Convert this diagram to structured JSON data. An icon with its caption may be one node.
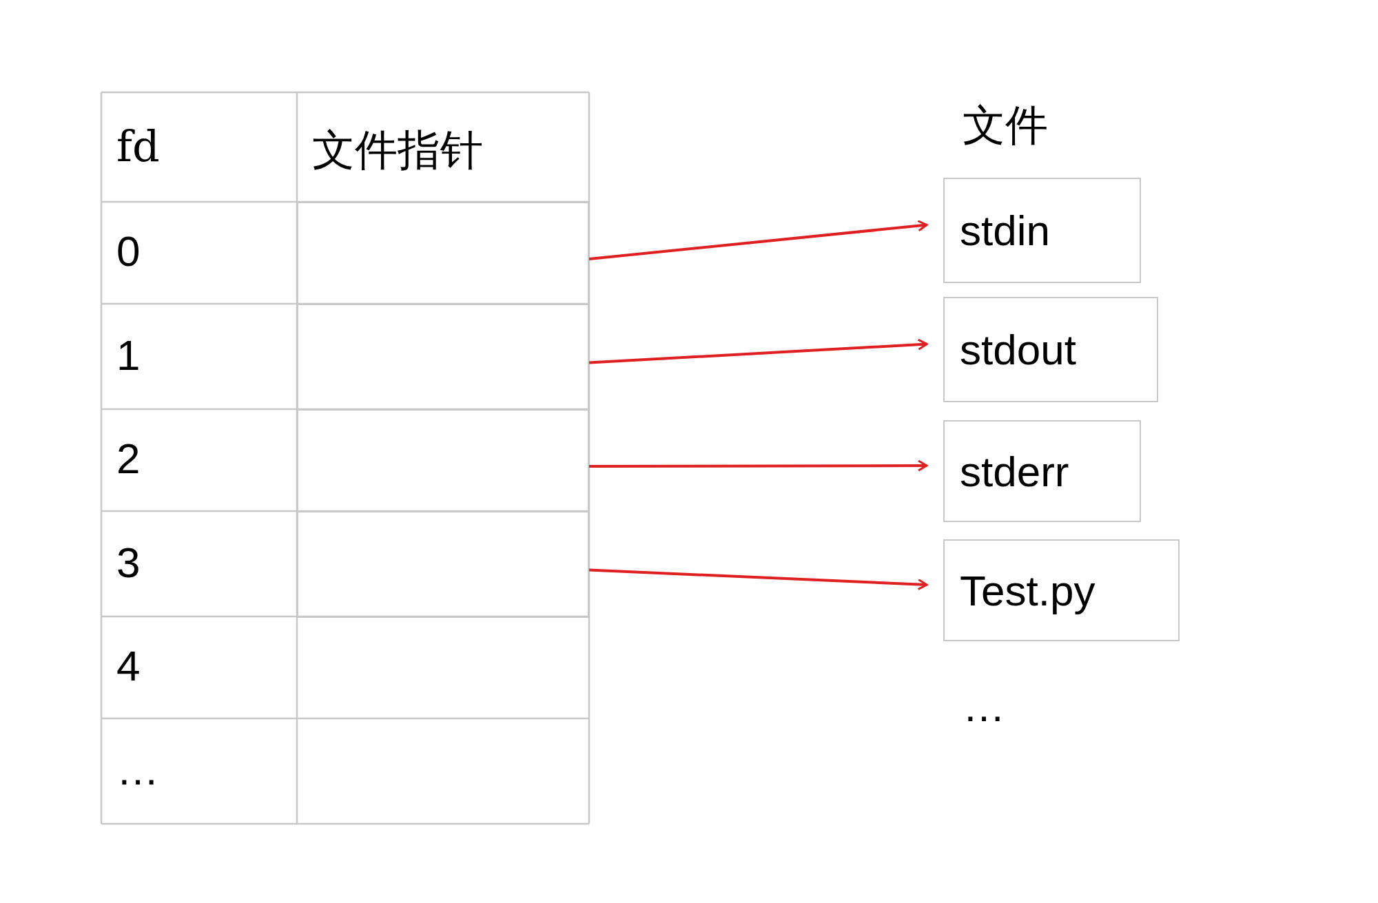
{
  "diagram": {
    "nodes": [
      {
        "text": [],
        "shape": "box"
      },
      {
        "text": [],
        "shape": "box"
      },
      {
        "text": [],
        "shape": "box"
      },
      {
        "text": [],
        "shape": "box"
      },
      {
        "text": [
          "stdin"
        ]
      },
      {
        "text": [
          "stdout"
        ]
      },
      {
        "text": [
          "stderr"
        ]
      },
      {
        "text": [
          "Test.py"
        ]
      }
    ],
    "edges": [
      {
        "from": 0,
        "to": 4,
        "arrow": "to"
      },
      {
        "from": 1,
        "to": 5,
        "arrow": "to"
      },
      {
        "from": 2,
        "to": 6,
        "arrow": "to"
      },
      {
        "from": 3,
        "to": 7,
        "arrow": "to"
      }
    ],
    "labels": [
      "fd",
      "文件指针",
      "0",
      "1",
      "2",
      "3",
      "4",
      "…",
      "文件",
      "…"
    ]
  }
}
